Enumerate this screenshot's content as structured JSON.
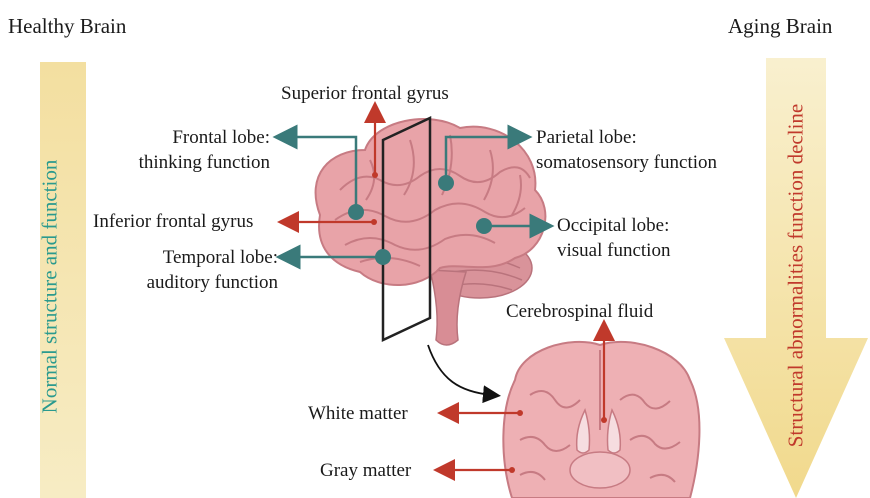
{
  "titles": {
    "left": "Healthy Brain",
    "right": "Aging Brain"
  },
  "side_labels": {
    "left": "Normal structure and function",
    "right": "Structural abnormalities function decline"
  },
  "labels": {
    "superior_frontal_gyrus": "Superior frontal gyrus",
    "frontal_lobe_line1": "Frontal lobe:",
    "frontal_lobe_line2": "thinking function",
    "parietal_lobe_line1": "Parietal lobe:",
    "parietal_lobe_line2": "somatosensory function",
    "inferior_frontal_gyrus": "Inferior frontal gyrus",
    "occipital_lobe_line1": "Occipital lobe:",
    "occipital_lobe_line2": "visual function",
    "temporal_lobe_line1": "Temporal lobe:",
    "temporal_lobe_line2": "auditory function",
    "cerebrospinal_fluid": "Cerebrospinal fluid",
    "white_matter": "White matter",
    "gray_matter": "Gray matter"
  },
  "colors": {
    "teal": "#3a7a7a",
    "red": "#c0392b",
    "arrow_fill": "#f5e3a3",
    "teal_text": "#2a9a8e",
    "red_text": "#c0392b",
    "brain": "#e8a3a8",
    "brain_dark": "#c77b83"
  }
}
